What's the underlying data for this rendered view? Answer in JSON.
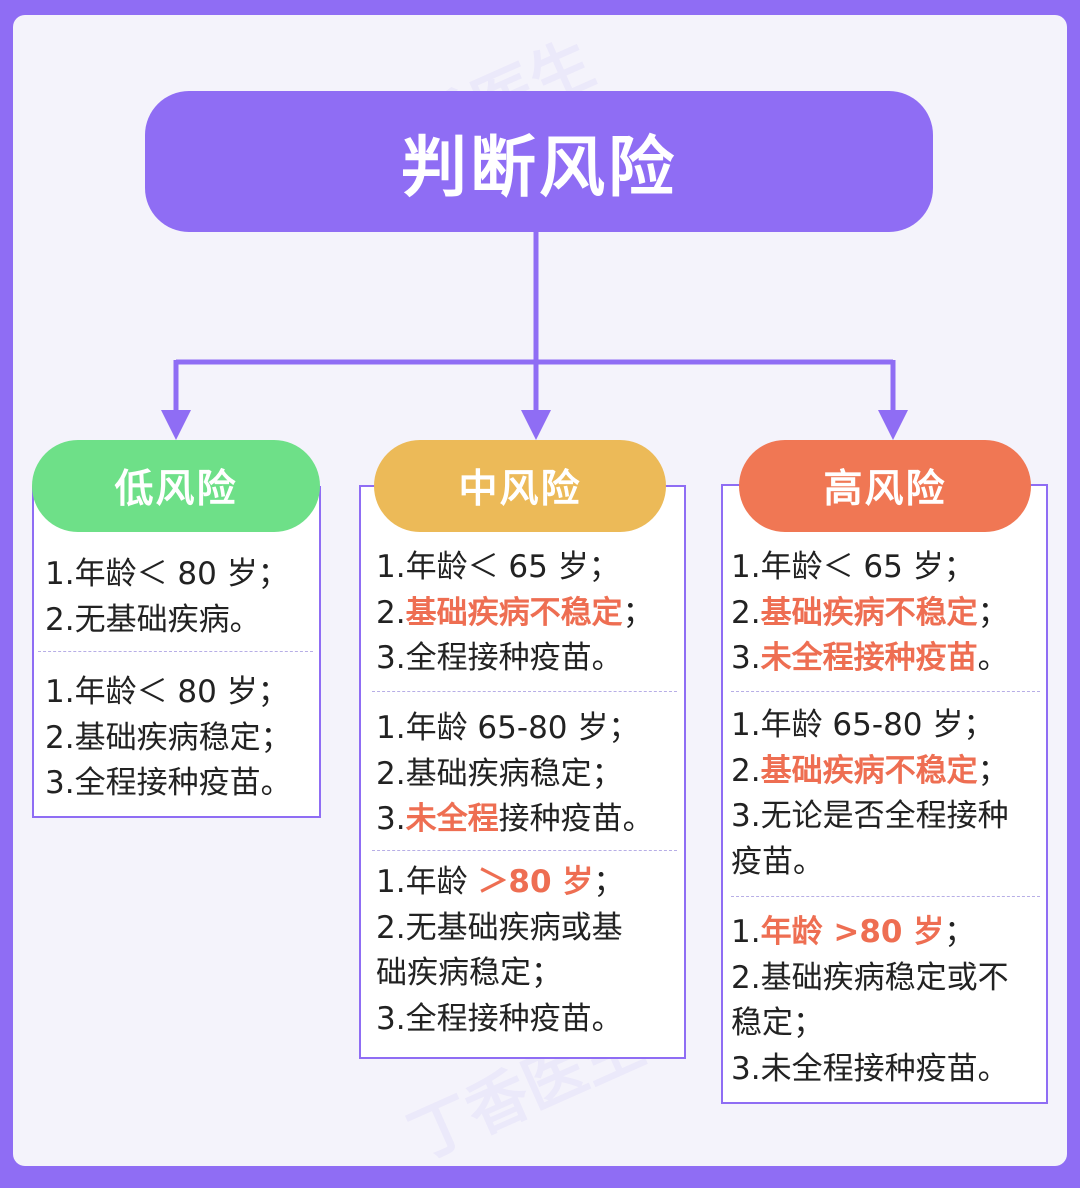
{
  "title": "判断风险",
  "watermark": "丁香医生",
  "colors": {
    "primary": "#8f6df4",
    "low": "#6ee088",
    "mid": "#ecba58",
    "high": "#f07754",
    "highlight": "#ee6e52"
  },
  "columns": [
    {
      "label": "低风险",
      "groups": [
        {
          "lines": [
            [
              {
                "t": "1.年龄＜ 80 岁；"
              }
            ],
            [
              {
                "t": "2.无基础疾病。"
              }
            ]
          ]
        },
        {
          "lines": [
            [
              {
                "t": "1.年龄＜ 80 岁；"
              }
            ],
            [
              {
                "t": "2.基础疾病稳定；"
              }
            ],
            [
              {
                "t": "3.全程接种疫苗。"
              }
            ]
          ]
        }
      ]
    },
    {
      "label": "中风险",
      "groups": [
        {
          "lines": [
            [
              {
                "t": "1.年龄＜ 65 岁；"
              }
            ],
            [
              {
                "t": "2."
              },
              {
                "t": "基础疾病不稳定",
                "hl": true
              },
              {
                "t": "；"
              }
            ],
            [
              {
                "t": "3.全程接种疫苗。"
              }
            ]
          ]
        },
        {
          "lines": [
            [
              {
                "t": "1.年龄 65-80 岁；"
              }
            ],
            [
              {
                "t": "2.基础疾病稳定；"
              }
            ],
            [
              {
                "t": "3."
              },
              {
                "t": "未全程",
                "hl": true
              },
              {
                "t": "接种疫苗。"
              }
            ]
          ]
        },
        {
          "lines": [
            [
              {
                "t": "1.年龄 "
              },
              {
                "t": "＞80 岁",
                "hl": true
              },
              {
                "t": "；"
              }
            ],
            [
              {
                "t": "2.无基础疾病或基"
              }
            ],
            [
              {
                "t": "础疾病稳定；"
              }
            ],
            [
              {
                "t": "3.全程接种疫苗。"
              }
            ]
          ]
        }
      ]
    },
    {
      "label": "高风险",
      "groups": [
        {
          "lines": [
            [
              {
                "t": "1.年龄＜ 65 岁；"
              }
            ],
            [
              {
                "t": "2."
              },
              {
                "t": "基础疾病不稳定",
                "hl": true
              },
              {
                "t": "；"
              }
            ],
            [
              {
                "t": "3."
              },
              {
                "t": "未全程接种疫苗",
                "hl": true
              },
              {
                "t": "。"
              }
            ]
          ]
        },
        {
          "lines": [
            [
              {
                "t": "1.年龄 65-80 岁；"
              }
            ],
            [
              {
                "t": "2."
              },
              {
                "t": "基础疾病不稳定",
                "hl": true
              },
              {
                "t": "；"
              }
            ],
            [
              {
                "t": "3.无论是否全程接种"
              }
            ],
            [
              {
                "t": "疫苗。"
              }
            ]
          ]
        },
        {
          "lines": [
            [
              {
                "t": "1."
              },
              {
                "t": "年龄 >80 岁",
                "hl": true
              },
              {
                "t": "；"
              }
            ],
            [
              {
                "t": "2.基础疾病稳定或不"
              }
            ],
            [
              {
                "t": "稳定；"
              }
            ],
            [
              {
                "t": "3.未全程接种疫苗。"
              }
            ]
          ]
        }
      ]
    }
  ]
}
